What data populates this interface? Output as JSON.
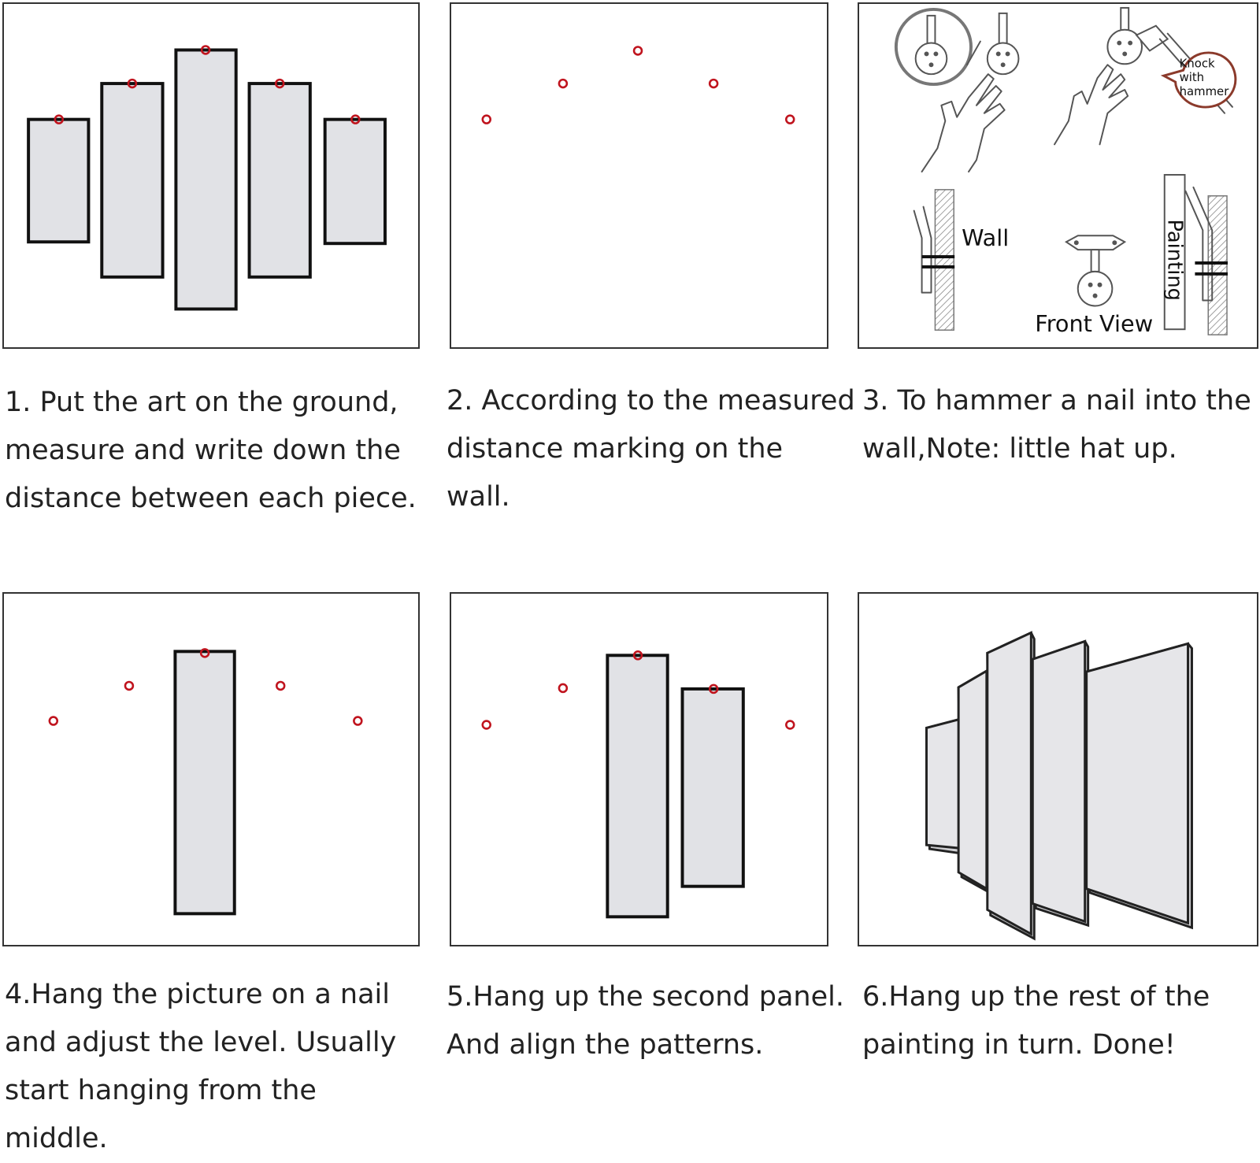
{
  "steps": [
    {
      "caption_lines": [
        "1. Put the art on the ground,",
        "measure and write down the",
        "distance between each piece."
      ]
    },
    {
      "caption_lines": [
        "2. According to the measured",
        "distance marking on the",
        "wall."
      ]
    },
    {
      "caption_lines": [
        "3. To hammer a nail into the",
        "wall,Note: little hat up."
      ]
    },
    {
      "caption_lines": [
        "4.Hang the picture on a nail",
        "and adjust the level. Usually",
        "start hanging from the",
        "middle."
      ]
    },
    {
      "caption_lines": [
        "5.Hang up the second panel.",
        "And align the patterns."
      ]
    },
    {
      "caption_lines": [
        "6.Hang up the rest of the",
        "painting in turn. Done!"
      ]
    }
  ],
  "step3_labels": {
    "knock": [
      "Knock",
      "with",
      "hammer"
    ],
    "wall": "Wall",
    "front_view": "Front View",
    "painting": "Painting"
  },
  "colors": {
    "nail_marker": "#c0141e",
    "panel_fill": "#e1e2e6",
    "frame_stroke": "#111111"
  }
}
